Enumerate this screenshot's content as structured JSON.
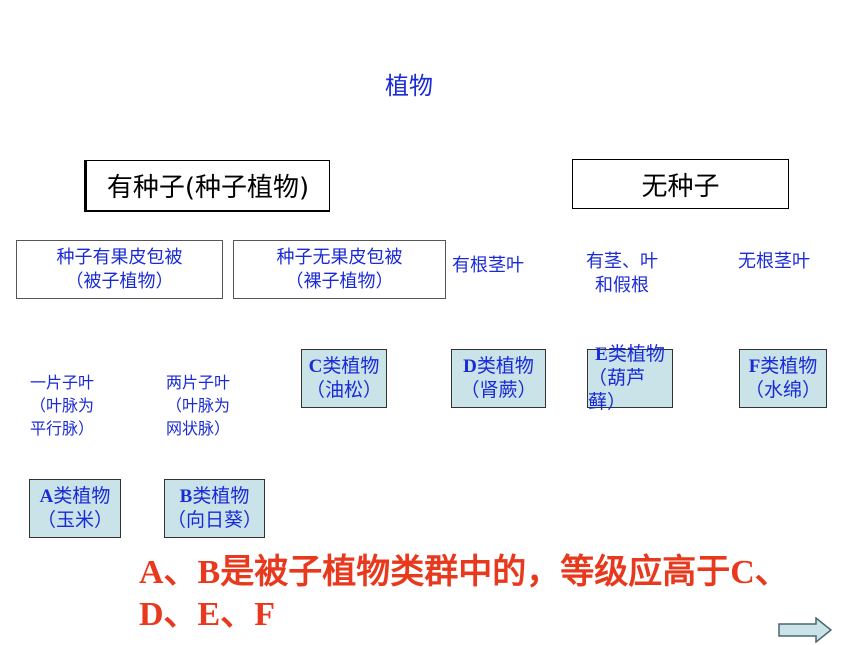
{
  "root": {
    "label": "植物"
  },
  "level1": {
    "seeded": "有种子(种子植物)",
    "seedless": "无种子"
  },
  "level2": {
    "angiosperm": {
      "line1": "种子有果皮包被",
      "line2": "（被子植物）"
    },
    "gymnosperm": {
      "line1": "种子无果皮包被",
      "line2": "（裸子植物）"
    },
    "fern": "有根茎叶",
    "moss": {
      "line1": "有茎、叶",
      "line2": "和假根"
    },
    "algae": "无根茎叶"
  },
  "level3": {
    "monocot": {
      "line1": "一片子叶",
      "line2": "（叶脉为",
      "line3": "平行脉）"
    },
    "dicot": {
      "line1": "两片子叶",
      "line2": "（叶脉为",
      "line3": "网状脉）"
    }
  },
  "classes": {
    "A": {
      "code": "A",
      "name": "类植物",
      "example": "（玉米）"
    },
    "B": {
      "code": "B",
      "name": "类植物",
      "example": "（向日葵）"
    },
    "C": {
      "code": "C",
      "name": "类植物",
      "example": "（油松）"
    },
    "D": {
      "code": "D",
      "name": "类植物",
      "example": "（肾蕨）"
    },
    "E": {
      "code": "E",
      "name": "类植物",
      "example": "（葫芦藓）"
    },
    "F": {
      "code": "F",
      "name": "类植物",
      "example": "（水绵）"
    }
  },
  "note": {
    "line1": "A、B是被子植物类群中的，等级应高于C、",
    "line2": "D、E、F"
  },
  "colors": {
    "text_blue": "#1a2bd6",
    "note_red": "#e8391e",
    "class_fill": "#c9e3e8"
  },
  "icons": {
    "next": "right-arrow-icon"
  }
}
